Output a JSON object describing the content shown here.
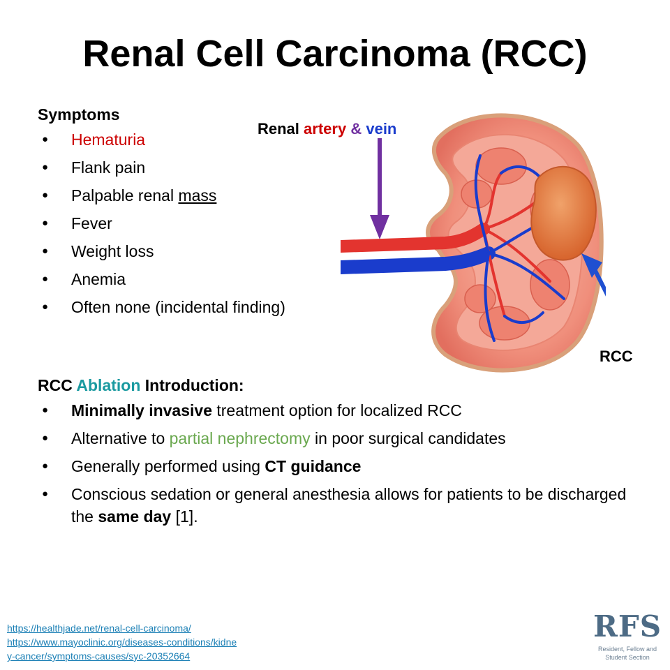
{
  "title": "Renal Cell Carcinoma (RCC)",
  "symptoms": {
    "heading": "Symptoms",
    "items": [
      {
        "text": "Hematuria"
      },
      {
        "text": "Flank pain"
      },
      {
        "pre": "Palpable renal ",
        "underlined": "mass"
      },
      {
        "text": "Fever"
      },
      {
        "text": "Weight loss"
      },
      {
        "text": "Anemia"
      },
      {
        "text": "Often none (incidental finding)"
      }
    ]
  },
  "figure": {
    "label_renal": "Renal",
    "label_artery": "artery",
    "label_amp": "&",
    "label_vein": "vein",
    "label_rcc": "RCC",
    "colors": {
      "artery": "#e3342f",
      "vein": "#1a3ccc",
      "purple_arrow": "#7030a0",
      "blue_arrow": "#1f4fd1",
      "tumor": "#e0743a"
    }
  },
  "ablation": {
    "heading_pre": "RCC",
    "heading_accent": "Ablation",
    "heading_post": "Introduction:",
    "items": [
      {
        "bold": "Minimally invasive",
        "rest": " treatment option for localized RCC"
      },
      {
        "pre": "Alternative to ",
        "green": "partial nephrectomy",
        "post": " in poor surgical candidates"
      },
      {
        "pre": "Generally performed using ",
        "bold": "CT guidance"
      },
      {
        "pre": "Conscious sedation or general anesthesia allows for patients to be discharged the ",
        "bold": "same day",
        "post": " [1]."
      }
    ]
  },
  "references": [
    "https://healthjade.net/renal-cell-carcinoma/",
    "https://www.mayoclinic.org/diseases-conditions/kidne",
    "y-cancer/symptoms-causes/syc-20352664"
  ],
  "logo": {
    "mark": "RFS",
    "line1": "Resident, Fellow and",
    "line2": "Student Section"
  },
  "bullet_glyph": "●"
}
